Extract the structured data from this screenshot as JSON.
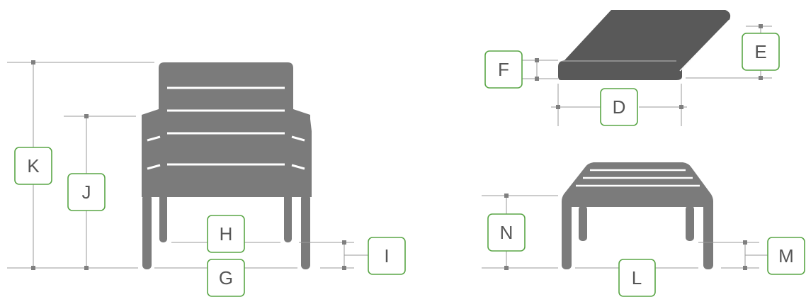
{
  "labels": {
    "K": "K",
    "J": "J",
    "H": "H",
    "G": "G",
    "I": "I",
    "F": "F",
    "E": "E",
    "D": "D",
    "N": "N",
    "L": "L",
    "M": "M"
  },
  "colors": {
    "furniture": "#7b7b7b",
    "cushion": "#595959",
    "label_border": "#5aa646",
    "label_text": "#555555",
    "dimension_line": "#9a9a9a"
  }
}
